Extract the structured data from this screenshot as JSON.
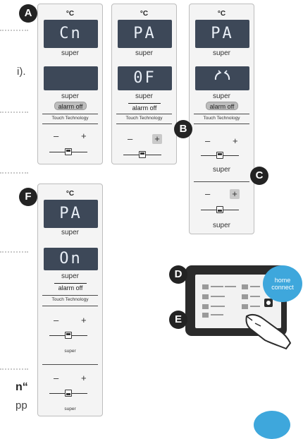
{
  "margin_text": {
    "paren_close": "i).",
    "bold_quote": "n“",
    "app": "pp"
  },
  "panels": [
    {
      "id": "p1",
      "unit": "°C",
      "lcd1": "Cn",
      "lcd1_label": "super",
      "lcd2": "",
      "lcd2_label": "super",
      "alarm": "alarm off",
      "touch": "Touch Technology",
      "minus": "–",
      "plus": "+"
    },
    {
      "id": "p2",
      "unit": "°C",
      "lcd1": "PA",
      "lcd1_label": "super",
      "lcd2": "0F",
      "lcd2_label": "super",
      "alarm": "alarm off",
      "touch": "Touch Technology",
      "minus": "–",
      "plus": "+"
    },
    {
      "id": "p3",
      "unit": "°C",
      "lcd1": "PA",
      "lcd1_label": "super",
      "lcd2_icon": "rotating-arrows-icon",
      "lcd2_label": "super",
      "alarm": "alarm off",
      "touch": "Touch Technology",
      "minus": "–",
      "plus": "+",
      "sub_label": "super",
      "minus2": "–",
      "plus2": "+",
      "sub_label2": "super"
    },
    {
      "id": "p4",
      "unit": "°C",
      "lcd1": "PA",
      "lcd1_label": "super",
      "lcd2": "On",
      "lcd2_label": "super",
      "alarm": "alarm off",
      "touch": "Touch Technology",
      "minus": "–",
      "plus": "+",
      "sub_label": "super",
      "minus2": "–",
      "plus2": "+",
      "sub_label2": "super"
    }
  ],
  "badges": {
    "a": "A",
    "b": "B",
    "c": "C",
    "d": "D",
    "e": "E",
    "f": "F"
  },
  "home_connect": {
    "line1": "home",
    "line2": "connect"
  }
}
